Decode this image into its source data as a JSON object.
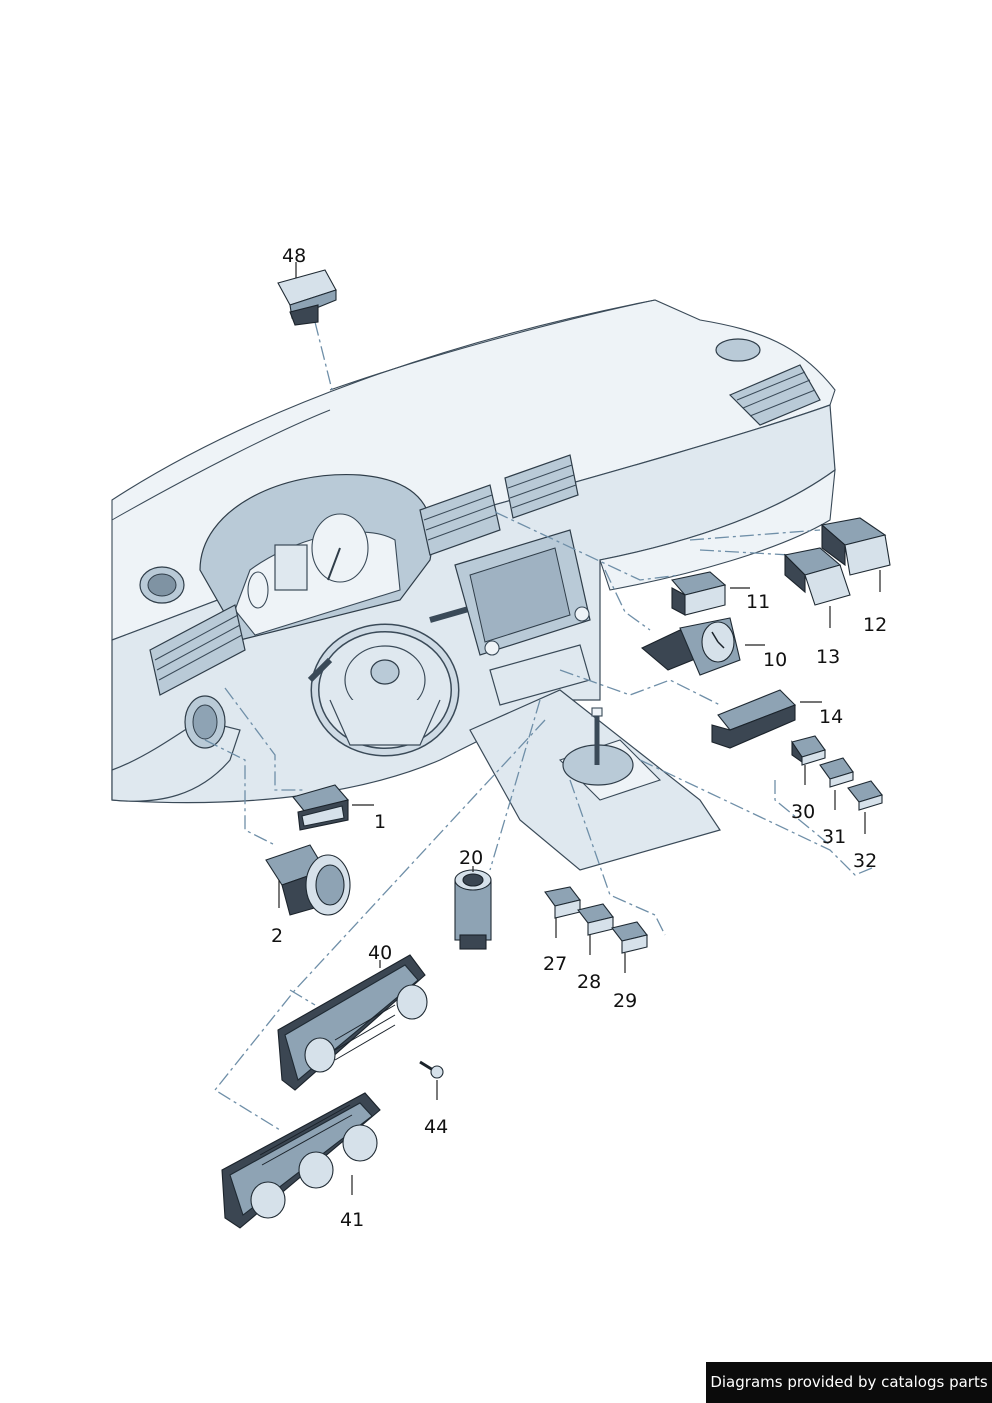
{
  "callouts": {
    "p48": "48",
    "p1": "1",
    "p2": "2",
    "p10": "10",
    "p11": "11",
    "p12": "12",
    "p13": "13",
    "p14": "14",
    "p20": "20",
    "p27": "27",
    "p28": "28",
    "p29": "29",
    "p30": "30",
    "p31": "31",
    "p32": "32",
    "p40": "40",
    "p41": "41",
    "p44": "44"
  },
  "footer": {
    "credit": "Diagrams provided by catalogs parts"
  },
  "colors": {
    "accent_blue": "#6f8fa8",
    "dash_body": "#dfe8ef",
    "credit_background": "#0b0b0b"
  }
}
